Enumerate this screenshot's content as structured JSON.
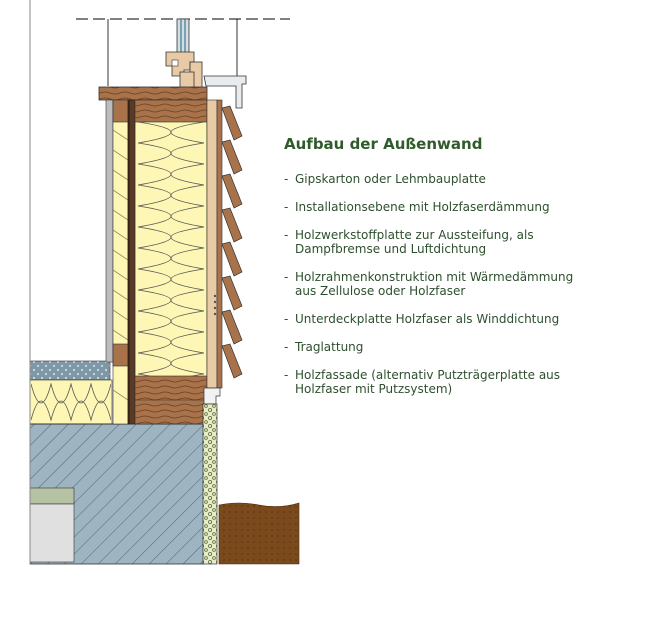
{
  "legend": {
    "title": "Aufbau der Außenwand",
    "bullet": "-",
    "items": [
      "Gipskarton oder Lehmbauplatte",
      "Installationsebene mit Holzfaserdämmung",
      "Holzwerkstoffplatte zur Aussteifung, als\n Dampfbremse und Luftdichtung",
      "Holzrahmenkonstruktion mit Wärmedämmung\n aus Zellulose oder Holzfaser",
      "Unterdeckplatte Holzfaser als Winddichtung",
      "Traglattung",
      "Holzfassade (alternativ Putzträgerplatte aus\n Holzfaser mit Putzsystem)"
    ]
  },
  "colors": {
    "wood": "#a8724a",
    "wood_light": "#e8caa6",
    "insulation": "#fdf6b4",
    "concrete": "#9fb4c1",
    "soil": "#7b4a1c",
    "gravel": "#e6edc6",
    "title_green": "#2f5a2a"
  }
}
